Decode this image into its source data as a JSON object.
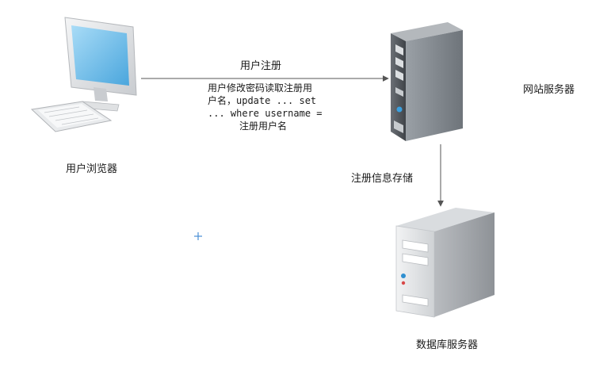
{
  "nodes": {
    "browser": {
      "label": "用户浏览器"
    },
    "web_server": {
      "label": "网站服务器"
    },
    "db_server": {
      "label": "数据库服务器"
    }
  },
  "edges": {
    "register": {
      "label": "用户注册"
    },
    "store": {
      "label": "注册信息存储"
    }
  },
  "annotation": {
    "lines": [
      "用户修改密码读取注册用",
      "户名，update ... set",
      "... where username =",
      "注册用户名"
    ]
  },
  "colors": {
    "arrow": "#555555",
    "screen": "#7fc4ec",
    "server_body": "#e4e6e8",
    "accent_blue": "#2f8fd0",
    "crosshair": "#4a8fd6"
  }
}
